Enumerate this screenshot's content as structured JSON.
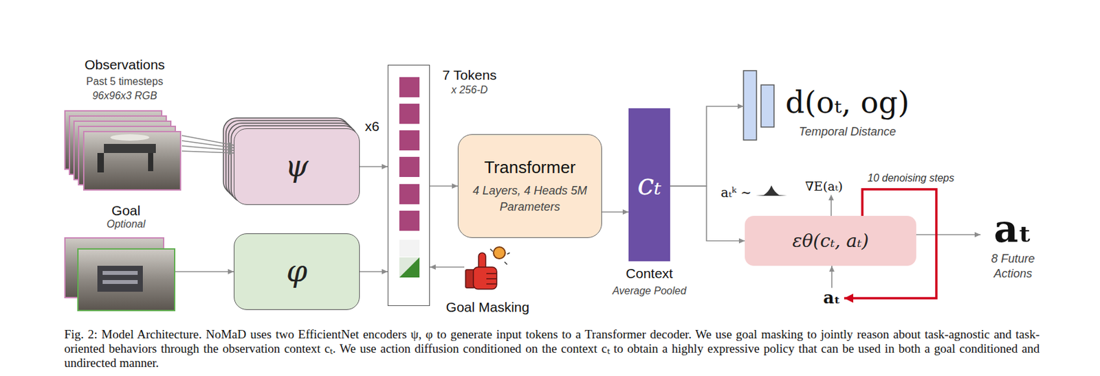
{
  "diagram": {
    "caption": "Fig. 2: Model Architecture. NoMaD uses two EfficientNet encoders ψ, φ to generate input tokens to a Transformer decoder. We use goal masking to jointly reason about task-agnostic and task-oriented behaviors through the observation context cₜ. We use action diffusion conditioned on the context cₜ to obtain a highly expressive policy that can be used in both a goal conditioned and undirected manner.",
    "nodes": [
      {
        "text": [
          "Observations",
          "Past 5 timesteps",
          "96x96x3 RGB"
        ]
      },
      {
        "text": [
          "ψ"
        ]
      },
      {
        "text": [
          "Goal",
          "Optional"
        ]
      },
      {
        "text": [
          "φ"
        ]
      },
      {
        "text": [
          "7 Tokens",
          "x 256-D"
        ]
      },
      {
        "text": [
          "Transformer",
          "4 Layers, 4 Heads 5M Parameters"
        ]
      },
      {
        "text": [
          "Goal Masking"
        ]
      },
      {
        "text": [
          "cₜ",
          "Context",
          "Average Pooled"
        ]
      },
      {
        "text": [
          "d(oₜ, og)",
          "Temporal Distance"
        ]
      },
      {
        "text": [
          "εθ(cₜ, aₜ)"
        ]
      },
      {
        "text": [
          "aₜ",
          "8 Future Actions"
        ]
      },
      {
        "text": [
          "aₜ"
        ]
      }
    ],
    "edges": [
      {
        "from": 0,
        "to": 1,
        "arrow": "to"
      },
      {
        "from": 1,
        "to": 4,
        "arrow": "to"
      },
      {
        "from": 2,
        "to": 3,
        "arrow": "to"
      },
      {
        "from": 3,
        "to": 4,
        "arrow": "to"
      },
      {
        "from": 6,
        "to": 4,
        "arrow": "to"
      },
      {
        "from": 4,
        "to": 5,
        "arrow": "to"
      },
      {
        "from": 5,
        "to": 7,
        "arrow": "to"
      },
      {
        "from": 7,
        "to": 8,
        "arrow": "to"
      },
      {
        "from": 7,
        "to": 9,
        "arrow": "to"
      },
      {
        "from": 9,
        "to": 10,
        "arrow": "to"
      },
      {
        "from": 11,
        "to": 9,
        "arrow": "to"
      },
      {
        "from": 9,
        "to": 11,
        "label": "10 denoising steps",
        "arrow": "to"
      }
    ],
    "labels": [
      "x6",
      "aₜᵏ ∼",
      "∇E(aₜ)"
    ]
  }
}
